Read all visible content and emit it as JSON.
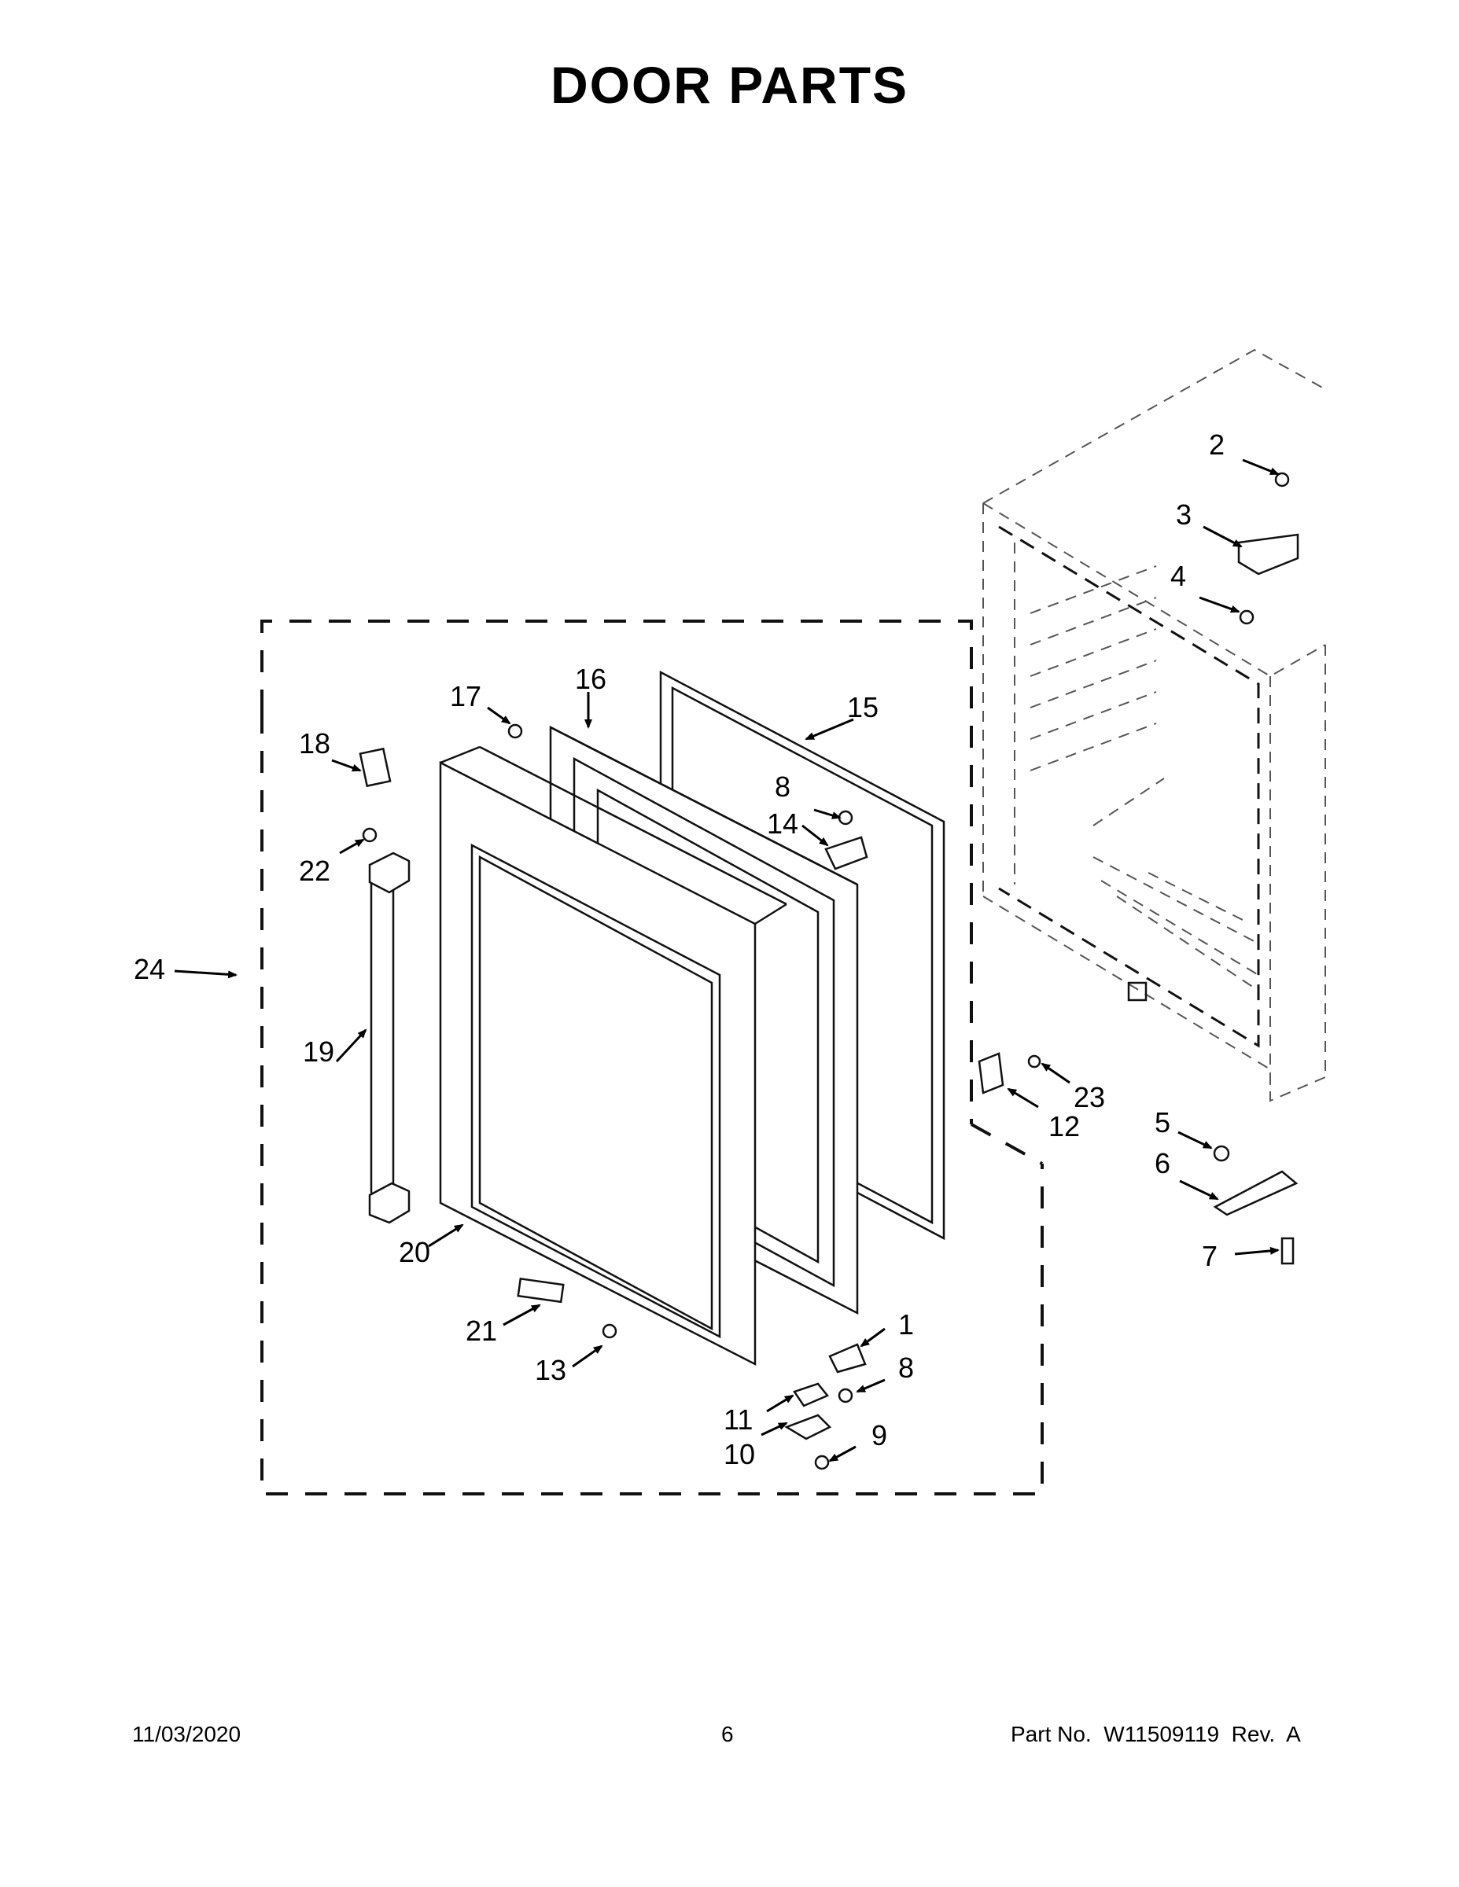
{
  "title": "DOOR PARTS",
  "callouts": [
    {
      "id": "c1",
      "label": "1"
    },
    {
      "id": "c2",
      "label": "2"
    },
    {
      "id": "c3",
      "label": "3"
    },
    {
      "id": "c4",
      "label": "4"
    },
    {
      "id": "c5",
      "label": "5"
    },
    {
      "id": "c6",
      "label": "6"
    },
    {
      "id": "c7",
      "label": "7"
    },
    {
      "id": "c8a",
      "label": "8"
    },
    {
      "id": "c8b",
      "label": "8"
    },
    {
      "id": "c9",
      "label": "9"
    },
    {
      "id": "c10",
      "label": "10"
    },
    {
      "id": "c11",
      "label": "11"
    },
    {
      "id": "c12",
      "label": "12"
    },
    {
      "id": "c13",
      "label": "13"
    },
    {
      "id": "c14",
      "label": "14"
    },
    {
      "id": "c15",
      "label": "15"
    },
    {
      "id": "c16",
      "label": "16"
    },
    {
      "id": "c17",
      "label": "17"
    },
    {
      "id": "c18",
      "label": "18"
    },
    {
      "id": "c19",
      "label": "19"
    },
    {
      "id": "c20",
      "label": "20"
    },
    {
      "id": "c21",
      "label": "21"
    },
    {
      "id": "c22",
      "label": "22"
    },
    {
      "id": "c23",
      "label": "23"
    },
    {
      "id": "c24",
      "label": "24"
    }
  ],
  "footer": {
    "date": "11/03/2020",
    "page": "6",
    "part_number": "Part No.  W11509119  Rev.  A"
  }
}
